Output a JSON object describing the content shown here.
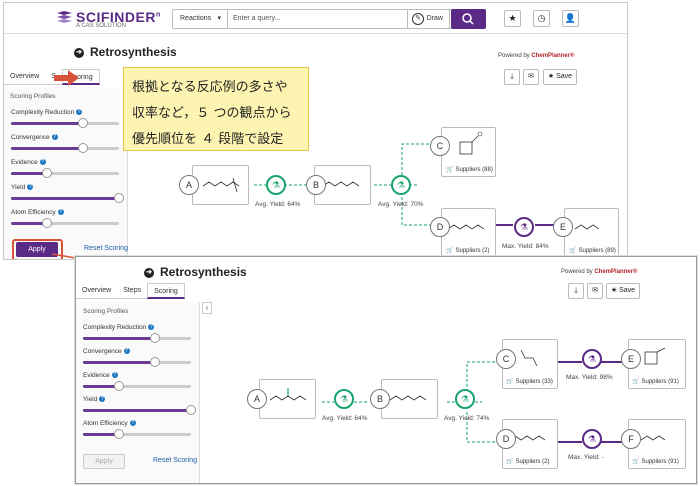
{
  "shot1": {
    "logo": "SCIFINDER",
    "logo_sup": "n",
    "logo_sub": "A CAS SOLUTION",
    "search_type": "Reactions",
    "search_placeholder": "Enter a query...",
    "draw_label": "Draw",
    "page_title": "Retrosynthesis",
    "powered_prefix": "Powered by ",
    "powered_brand": "ChemPlanner®",
    "tabs": [
      "Overview",
      "S",
      "Scoring"
    ],
    "save_label": "Save",
    "scoring_profiles": "Scoring Profiles",
    "profiles": [
      {
        "label": "Complexity Reduction",
        "value": 0.67
      },
      {
        "label": "Convergence",
        "value": 0.67
      },
      {
        "label": "Evidence",
        "value": 0.33
      },
      {
        "label": "Yield",
        "value": 1.0
      },
      {
        "label": "Atom Efficiency",
        "value": 0.33
      }
    ],
    "apply_label": "Apply",
    "reset_label": "Reset Scoring",
    "nodes": [
      "A",
      "B",
      "C",
      "D",
      "E"
    ],
    "yields": [
      "Avg. Yield: 64%",
      "Avg. Yield: 70%",
      "Max. Yield: 84%"
    ],
    "suppliers": [
      "Suppliers (88)",
      "Suppliers (2)",
      "Suppliers (89)"
    ]
  },
  "callout": {
    "line1": "根拠となる反応例の多さや",
    "line2": "収率など，５ つの観点から",
    "line3": "優先順位を ４ 段階で設定"
  },
  "shot2": {
    "page_title": "Retrosynthesis",
    "powered_prefix": "Powered by ",
    "powered_brand": "ChemPlanner®",
    "tabs": [
      "Overview",
      "Steps",
      "Scoring"
    ],
    "save_label": "Save",
    "scoring_profiles": "Scoring Profiles",
    "profiles": [
      {
        "label": "Complexity Reduction",
        "value": 0.67
      },
      {
        "label": "Convergence",
        "value": 0.67
      },
      {
        "label": "Evidence",
        "value": 0.33
      },
      {
        "label": "Yield",
        "value": 1.0
      },
      {
        "label": "Atom Efficiency",
        "value": 0.33
      }
    ],
    "apply_label": "Apply",
    "reset_label": "Reset Scoring",
    "collapse_label": "‹",
    "nodes": [
      "A",
      "B",
      "C",
      "D",
      "E",
      "F"
    ],
    "yields": [
      "Avg. Yield: 64%",
      "Avg. Yield: 74%",
      "Max. Yield: 98%",
      "Max. Yield: -"
    ],
    "suppliers": [
      "Suppliers (33)",
      "Suppliers (91)",
      "Suppliers (2)",
      "Suppliers (91)"
    ]
  },
  "colors": {
    "brand": "#5b2a86",
    "green": "#1aa36c",
    "arrow": "#d9533a",
    "callout": "#fdf4b1"
  }
}
